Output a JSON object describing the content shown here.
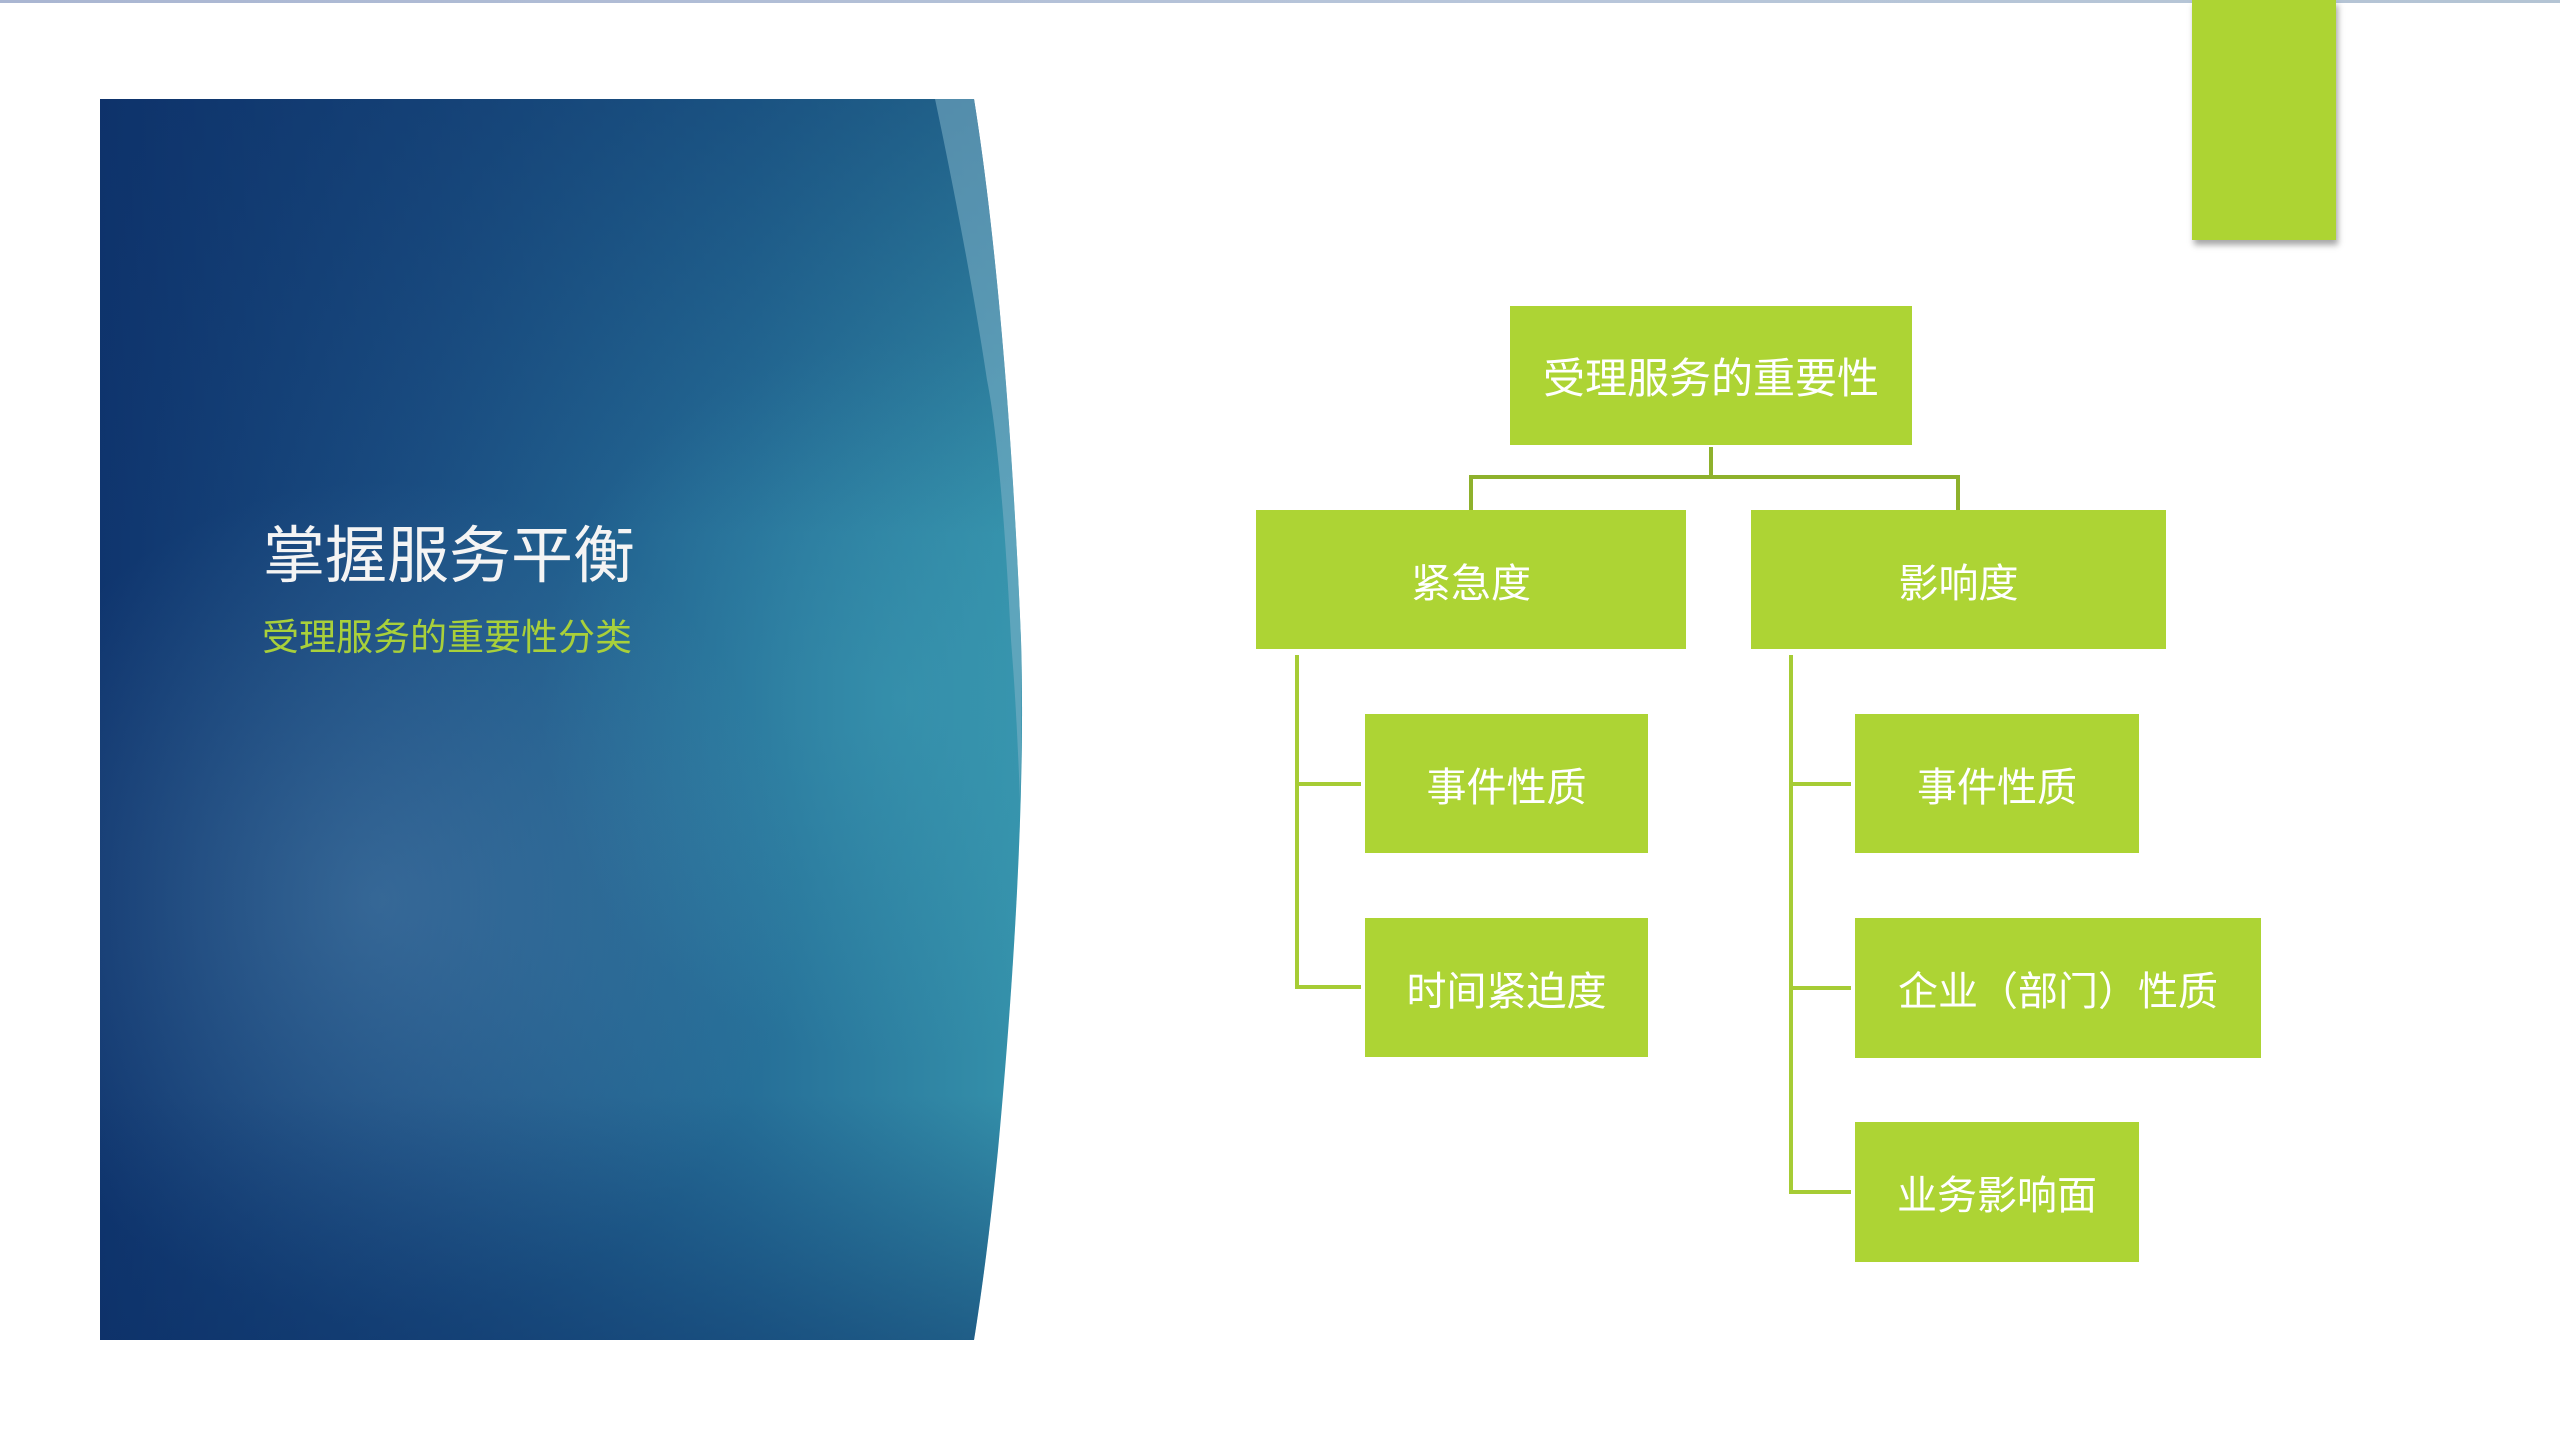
{
  "slide": {
    "title": "掌握服务平衡",
    "subtitle": "受理服务的重要性分类"
  },
  "colors": {
    "accent_green": "#ADD434",
    "connector_dark": "#8EB12C",
    "connector_light": "#A6CC35",
    "panel_dark": "#0F356E",
    "panel_teal": "#3690A9",
    "title_text": "#F4F4F4",
    "subtitle_text": "#A9D03A"
  },
  "org_chart": {
    "root": {
      "label": "受理服务的重要性"
    },
    "branches": [
      {
        "label": "紧急度",
        "children": [
          {
            "label": "事件性质"
          },
          {
            "label": "时间紧迫度"
          }
        ]
      },
      {
        "label": "影响度",
        "children": [
          {
            "label": "事件性质"
          },
          {
            "label": "企业（部门）性质"
          },
          {
            "label": "业务影响面"
          }
        ]
      }
    ]
  }
}
